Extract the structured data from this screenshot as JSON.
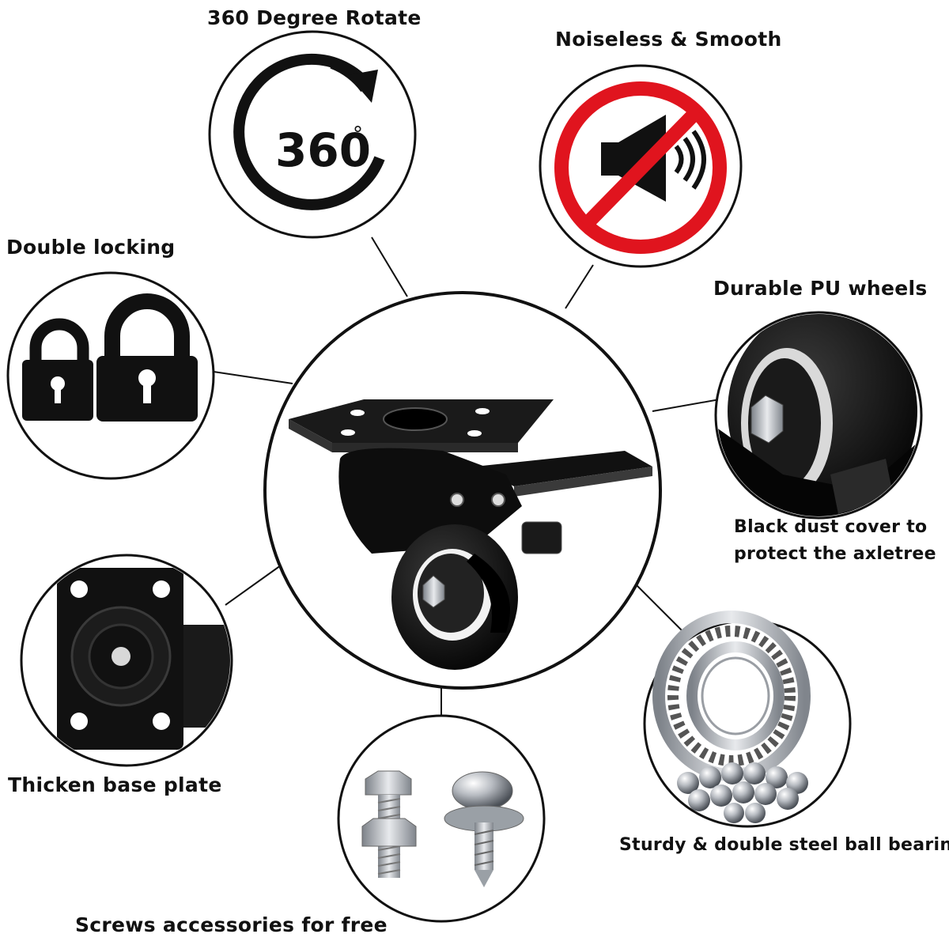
{
  "features": {
    "rotate": {
      "label": "360 Degree Rotate",
      "badge": "360",
      "degree_sign": "°"
    },
    "noise": {
      "label": "Noiseless & Smooth"
    },
    "locking": {
      "label": "Double locking"
    },
    "wheels": {
      "label": "Durable PU wheels",
      "caption_line1": "Black dust cover to",
      "caption_line2": "protect  the axletree"
    },
    "base_plate": {
      "label": "Thicken base plate"
    },
    "bearing": {
      "label": "Sturdy & double steel ball bearing"
    },
    "screws": {
      "label": "Screws accessories for free"
    }
  },
  "colors": {
    "outline": "#111111",
    "prohibition_red": "#e0141e",
    "background": "#ffffff"
  },
  "icons": [
    "rotate-360-icon",
    "no-sound-icon",
    "padlock-icon",
    "caster-wheel-image",
    "pu-wheel-image",
    "base-plate-image",
    "ball-bearing-image",
    "screws-image"
  ]
}
